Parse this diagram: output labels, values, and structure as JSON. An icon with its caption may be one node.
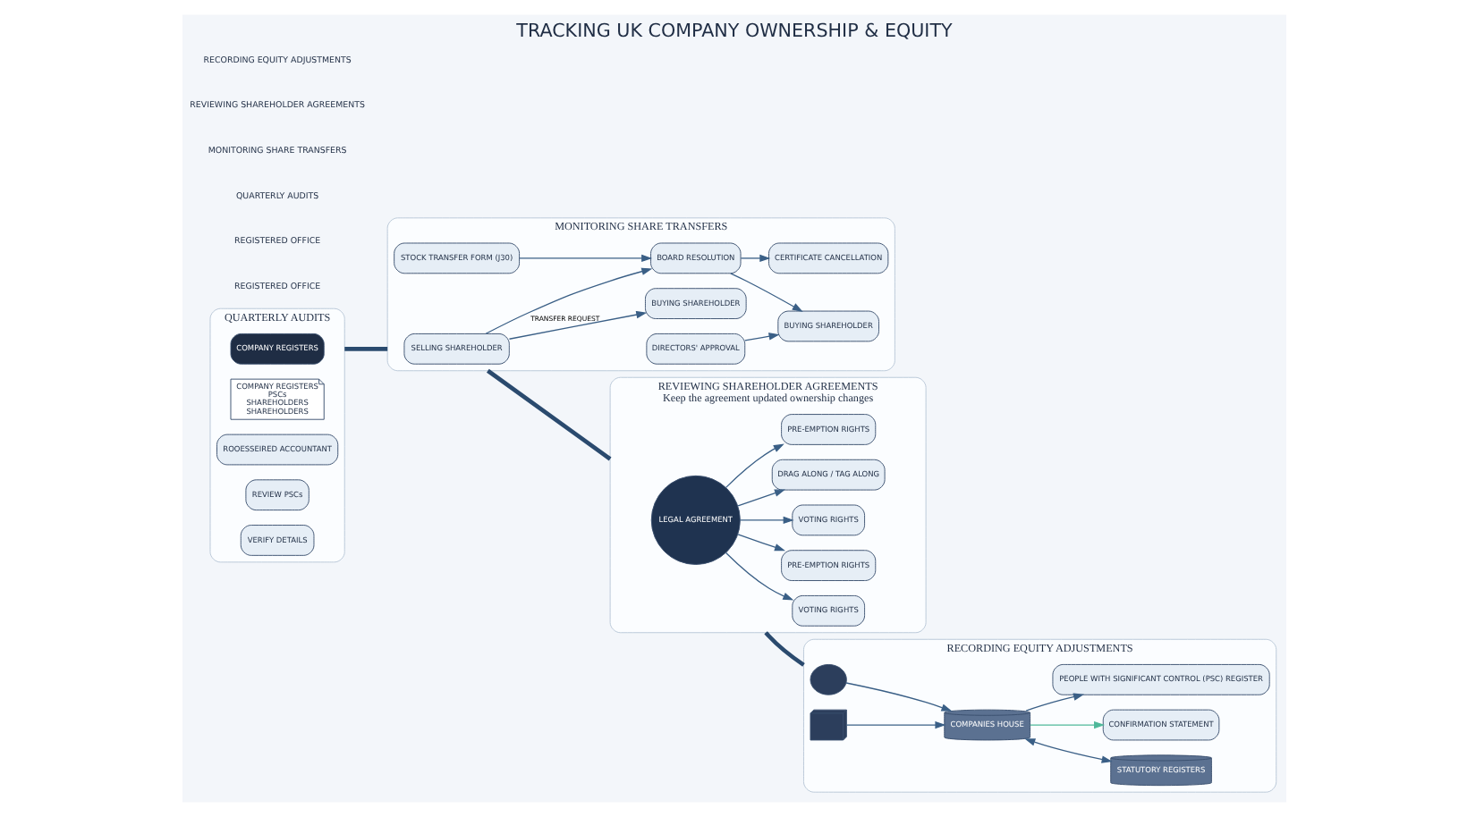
{
  "diagram": {
    "title": "TRACKING UK COMPANY OWNERSHIP & EQUITY",
    "nodes": [
      {
        "text": [
          "QUARTERLY AUDITS"
        ]
      },
      {
        "text": [
          "COMPANY REGISTERS"
        ],
        "in": 0
      },
      {
        "text": [
          "COMPANY REGISTERS",
          "PSCs",
          "SHAREHOLDERS",
          "SHAREHOLDERS"
        ],
        "in": 0
      },
      {
        "text": [
          "ROOESSEIRED ACCOUNTANT"
        ],
        "in": 0
      },
      {
        "text": [
          "REVIEW PSCs"
        ],
        "in": 0
      },
      {
        "text": [
          "VERIFY DETAILS"
        ],
        "in": 0
      },
      {
        "text": [
          "MONITORING SHARE TRANSFERS"
        ]
      },
      {
        "text": [
          "SELLING SHAREHOLDER"
        ],
        "in": 6
      },
      {
        "text": [
          "BUYING SHAREHOLDER"
        ],
        "in": 6
      },
      {
        "text": [
          "STOCK TRANSFER FORM (J30)"
        ],
        "in": 6
      },
      {
        "text": [
          "BOARD RESOLUTION"
        ],
        "in": 6
      },
      {
        "text": [
          "CERTIFICATE CANCELLATION"
        ],
        "in": 6
      },
      {
        "text": [
          "DIRECTORS' APPROVAL"
        ],
        "in": 6
      },
      {
        "text": [
          "BUYING SHAREHOLDER"
        ],
        "in": 6
      },
      {
        "text": [
          "REVIEWING SHAREHOLDER AGREEMENTS",
          "Keep the agreement updated ownership changes"
        ]
      },
      {
        "text": [
          "LEGAL AGREEMENT"
        ],
        "in": 14
      },
      {
        "text": [
          "VOTING RIGHTS"
        ],
        "in": 14
      },
      {
        "text": [
          "PRE-EMPTION RIGHTS"
        ],
        "in": 14
      },
      {
        "text": [
          "VOTING RIGHTS"
        ],
        "in": 14
      },
      {
        "text": [
          "DRAG ALONG / TAG ALONG"
        ],
        "in": 14
      },
      {
        "text": [
          "PRE-EMPTION RIGHTS"
        ],
        "in": 14
      },
      {
        "text": [
          "RECORDING EQUITY ADJUSTMENTS"
        ]
      },
      {
        "text": [],
        "shape": "person",
        "in": 21
      },
      {
        "text": [],
        "shape": "picture",
        "in": 21
      },
      {
        "text": [
          "COMPANIES HOUSE"
        ],
        "in": 21
      },
      {
        "text": [
          "STATUTORY REGISTERS"
        ],
        "in": 21
      },
      {
        "text": [
          "CONFIRMATION STATEMENT"
        ],
        "in": 21
      },
      {
        "text": [
          "PEOPLE WITH SIGNIFICANT CONTROL (PSC) REGISTER"
        ],
        "in": 21
      }
    ],
    "edges": [
      {
        "from": 0,
        "to": 6,
        "arrow": "none",
        "style": "thick"
      },
      {
        "from": 6,
        "to": 14,
        "arrow": "none",
        "style": "thick"
      },
      {
        "from": 14,
        "to": 21,
        "arrow": "none",
        "style": "thick"
      },
      {
        "from": 7,
        "to": 8,
        "arrow": "to",
        "label": "TRANSFER REQUEST"
      },
      {
        "from": 7,
        "to": 10,
        "arrow": "to"
      },
      {
        "from": 9,
        "to": 10,
        "arrow": "to"
      },
      {
        "from": 10,
        "to": 11,
        "arrow": "to"
      },
      {
        "from": 10,
        "to": 13,
        "arrow": "to"
      },
      {
        "from": 12,
        "to": 13,
        "arrow": "to"
      },
      {
        "from": 15,
        "to": 16,
        "arrow": "to"
      },
      {
        "from": 15,
        "to": 17,
        "arrow": "to"
      },
      {
        "from": 15,
        "to": 18,
        "arrow": "to"
      },
      {
        "from": 15,
        "to": 19,
        "arrow": "to"
      },
      {
        "from": 15,
        "to": 20,
        "arrow": "to"
      },
      {
        "from": 22,
        "to": 24,
        "arrow": "to"
      },
      {
        "from": 23,
        "to": 24,
        "arrow": "to"
      },
      {
        "from": 24,
        "to": 25,
        "arrow": "both"
      },
      {
        "from": 24,
        "to": 26,
        "arrow": "to",
        "color": "#4fb89a"
      },
      {
        "from": 24,
        "to": 27,
        "arrow": "to"
      }
    ],
    "labels": [
      "REGISTERED OFFICE",
      "REGISTERED OFFICE",
      "QUARTERLY AUDITS",
      "MONITORING SHARE TRANSFERS",
      "REVIEWING SHAREHOLDER AGREEMENTS",
      "RECORDING EQUITY ADJUSTMENTS"
    ]
  }
}
